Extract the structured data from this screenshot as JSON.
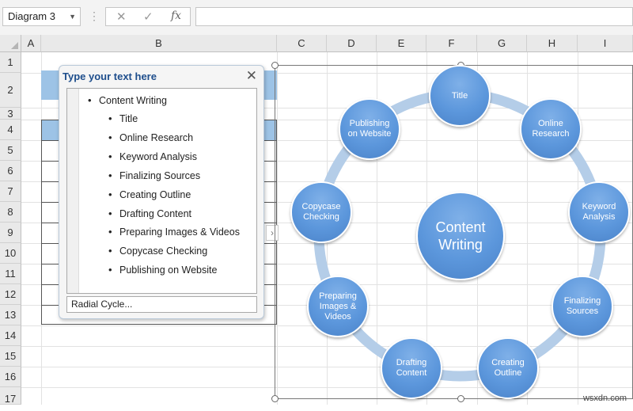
{
  "formula_bar": {
    "name_box": "Diagram 3",
    "cancel_icon": "✕",
    "enter_icon": "✓",
    "fx_label": "fx",
    "formula_value": ""
  },
  "columns": [
    "A",
    "B",
    "C",
    "D",
    "E",
    "F",
    "G",
    "H",
    "I"
  ],
  "rows": [
    "1",
    "2",
    "3",
    "4",
    "5",
    "6",
    "7",
    "8",
    "9",
    "10",
    "11",
    "12",
    "13",
    "14",
    "15",
    "16",
    "17"
  ],
  "text_pane": {
    "title": "Type your text here",
    "close_icon": "✕",
    "items": [
      "Content Writing",
      "Title",
      "Online Research",
      "Keyword Analysis",
      "Finalizing Sources",
      "Creating Outline",
      "Drafting Content",
      "Preparing Images & Videos",
      "Copycase Checking",
      "Publishing on Website"
    ],
    "footer": "Radial Cycle...",
    "expander_icon": "›"
  },
  "diagram": {
    "center": "Content Writing",
    "nodes": [
      "Title",
      "Online Research",
      "Keyword Analysis",
      "Finalizing Sources",
      "Creating Outline",
      "Drafting Content",
      "Preparing Images & Videos",
      "Copycase Checking",
      "Publishing on Website"
    ],
    "node_color": "#5b9bd5",
    "ring_color": "#b4cde8"
  },
  "watermark": "wsxdn.com"
}
